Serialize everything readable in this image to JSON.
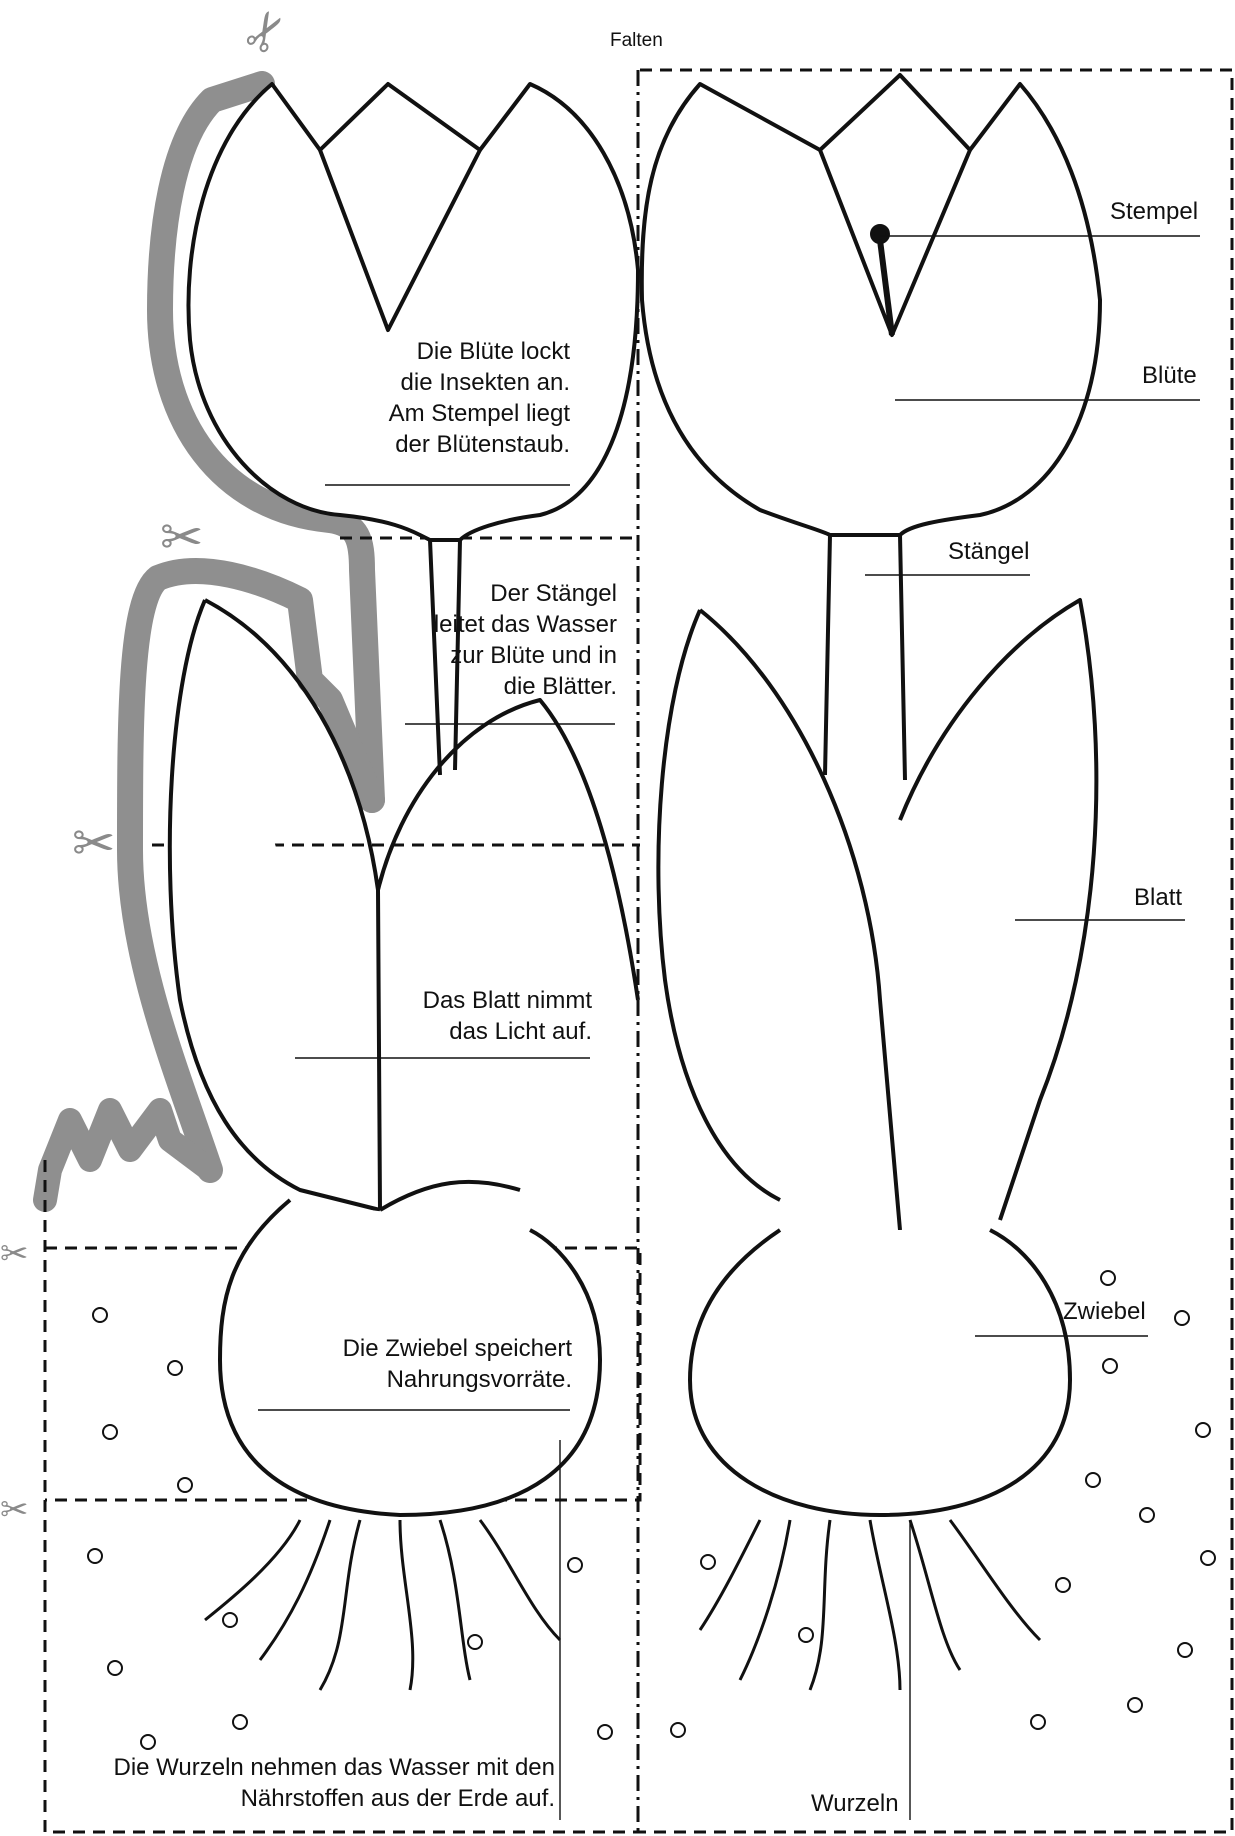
{
  "fold_label": "Falten",
  "left_panel": {
    "bloom_text": [
      "Die Blüte lockt",
      "die Insekten an.",
      "Am Stempel liegt",
      "der Blütenstaub."
    ],
    "stem_text": [
      "Der Stängel",
      "leitet das Wasser",
      "zur Blüte und in",
      "die Blätter."
    ],
    "leaf_text": [
      "Das Blatt nimmt",
      "das Licht auf."
    ],
    "bulb_text": [
      "Die Zwiebel speichert",
      "Nahrungsvorräte."
    ],
    "roots_text": [
      "Die Wurzeln nehmen das Wasser mit den",
      "Nährstoffen aus der Erde auf."
    ]
  },
  "right_panel_labels": {
    "stempel": "Stempel",
    "bluete": "Blüte",
    "staengel": "Stängel",
    "blatt": "Blatt",
    "zwiebel": "Zwiebel",
    "wurzeln": "Wurzeln"
  },
  "icons": {
    "scissors": "✂"
  },
  "colors": {
    "cut_edge": "#8f8f8f",
    "outline": "#111111",
    "scissors": "#8a8a8a"
  }
}
